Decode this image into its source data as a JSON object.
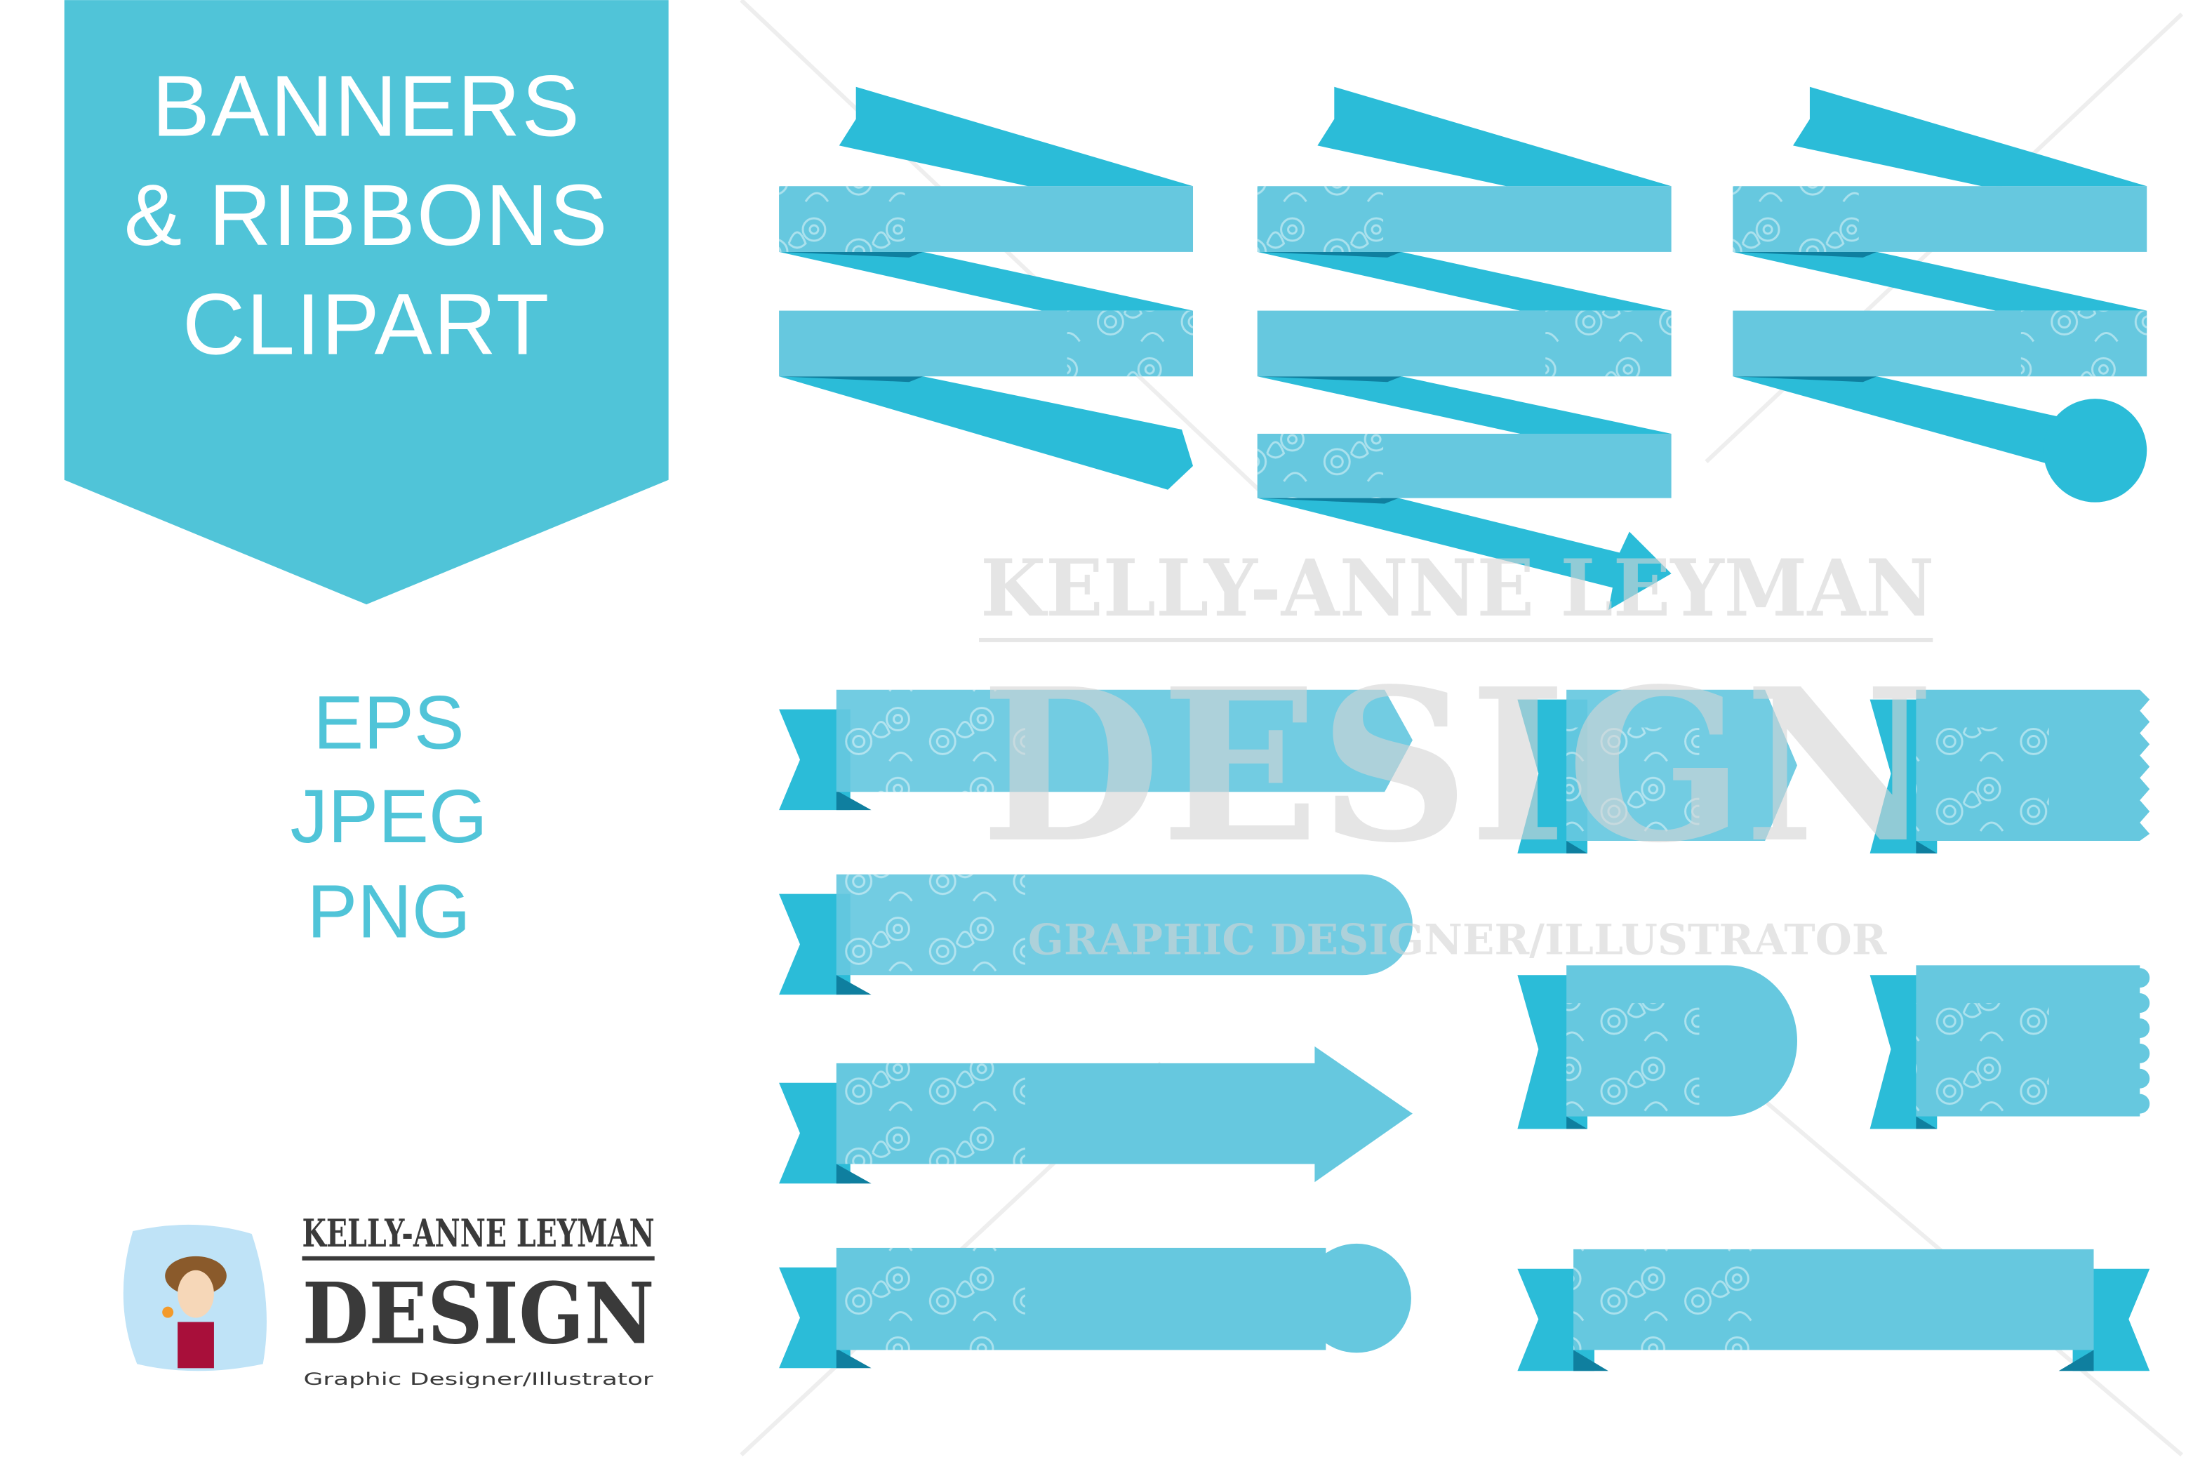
{
  "header": {
    "lines": [
      "BANNERS",
      "& RIBBONS",
      "CLIPART"
    ]
  },
  "formats": [
    "EPS",
    "JPEG",
    "PNG"
  ],
  "watermark": {
    "name": "KELLY-ANNE LEYMAN",
    "design": "DESIGN",
    "tagline": "GRAPHIC DESIGNER/ILLUSTRATOR"
  },
  "logo": {
    "name": "KELLY-ANNE LEYMAN",
    "design": "DESIGN",
    "tagline": "Graphic Designer/Illustrator"
  },
  "colors": {
    "header": "#50c4d8",
    "ribbon_dark": "#2bbcd8",
    "ribbon_light": "#66c8df",
    "ribbon_fold": "#0f7f9f",
    "logo_text": "#3a3a3a"
  }
}
